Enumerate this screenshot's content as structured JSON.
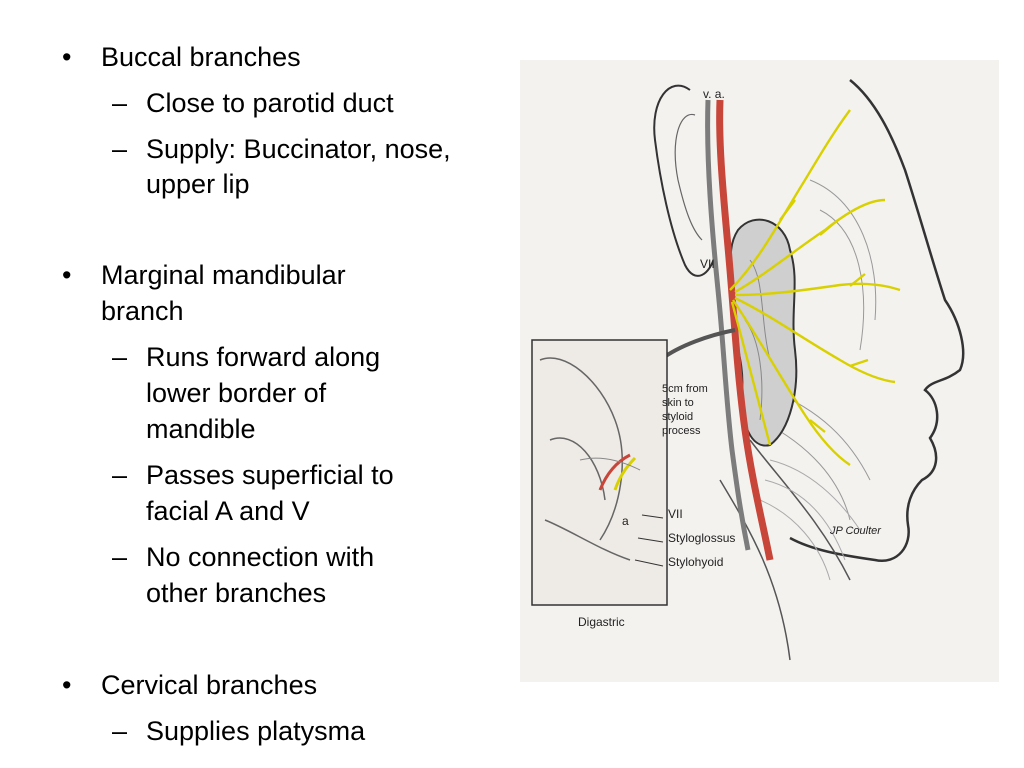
{
  "slide": {
    "items": [
      {
        "text": "Buccal branches",
        "subs": [
          "Close to parotid duct",
          "Supply: Buccinator, nose,",
          "upper lip"
        ]
      },
      {
        "text": "Marginal mandibular",
        "text2": "branch",
        "subs": [
          "Runs forward along",
          "lower border of",
          "mandible",
          "Passes superficial to",
          "facial A and V",
          "No connection with",
          "other branches"
        ]
      },
      {
        "text": "Cervical branches",
        "subs": [
          "Supplies platysma"
        ]
      }
    ]
  },
  "figure": {
    "labels": {
      "va": "v. a.",
      "vii_top": "VII",
      "depth1": "5cm from",
      "depth2": "skin to",
      "depth3": "styloid",
      "depth4": "process",
      "vii": "VII",
      "styloglossus": "Styloglossus",
      "stylohyoid": "Stylohyoid",
      "digastric": "Digastric",
      "a": "a",
      "signature": "JP Coulter"
    },
    "colors": {
      "nerve": "#d9d000",
      "artery": "#c8453a",
      "ink": "#333333"
    }
  }
}
